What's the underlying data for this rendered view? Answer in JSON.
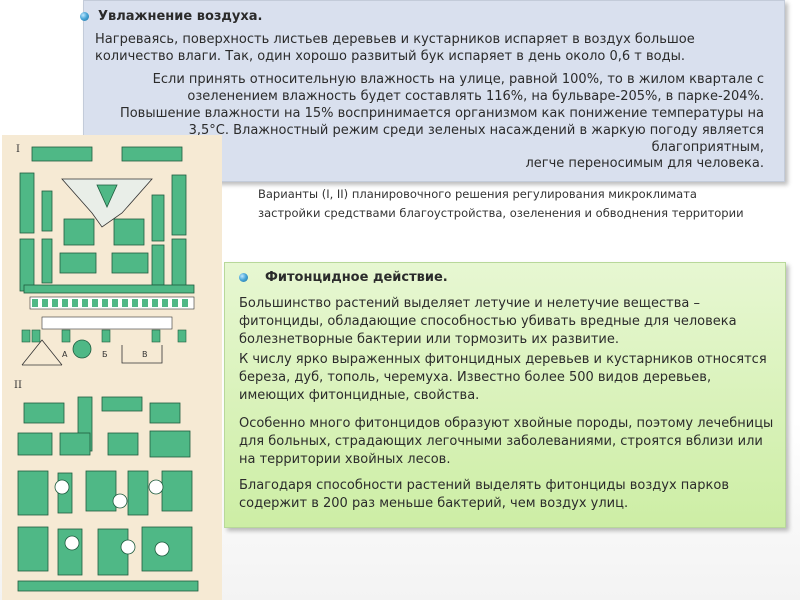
{
  "slide": {
    "top_box": {
      "heading": "Увлажнение воздуха.",
      "p1": "Нагреваясь, поверхность листьев деревьев и кустарников испаряет в воздух большое количество влаги. Так, один хорошо развитый бук испаряет в день около 0,6 т воды.",
      "p2": "Если принять относительную влажность на улице, равной 100%, то в жилом квартале с озеленением влажность будет составлять 116%, на бульваре-205%, в парке-204%. Повышение влажности на 15% воспринимается организмом как понижение температуры на 3,5°С. Влажностный режим среди зеленых насаждений в жаркую погоду является благоприятным,",
      "p3": "легче переносимым для человека."
    },
    "caption": "Варианты (I, II) планировочного решения регулирования микроклимата застройки средствами благоустройства, озеленения и обводнения территории",
    "figure": {
      "label_I": "I",
      "label_II": "II",
      "label_A": "А",
      "label_B": "Б",
      "label_V": "В"
    },
    "bottom_box": {
      "heading": "Фитонцидное действие.",
      "p1": "Большинство растений выделяет летучие и нелетучие вещества – фитонциды, обладающие способностью убивать вредные для человека болезнетворные бактерии или тормозить их развитие.",
      "p2": " К числу ярко выраженных фитонцидных деревьев и кустарников относятся береза, дуб, тополь, черемуха. Известно более 500 видов деревьев, имеющих фитонцидные, свойства.",
      "p3": "Особенно много фитонцидов образуют хвойные породы, поэтому лечебницы для больных, страдающих легочными заболеваниями, строятся вблизи или на территории хвойных лесов.",
      "p4": "Благодаря способности растений выделять фитонциды воздух парков содержит в 200 раз меньше бактерий, чем воздух улиц."
    },
    "colors": {
      "top_box_bg": "#d9e0ee",
      "bottom_box_bg": "#d6f2b4",
      "plant_green": "#5ec08c"
    }
  }
}
